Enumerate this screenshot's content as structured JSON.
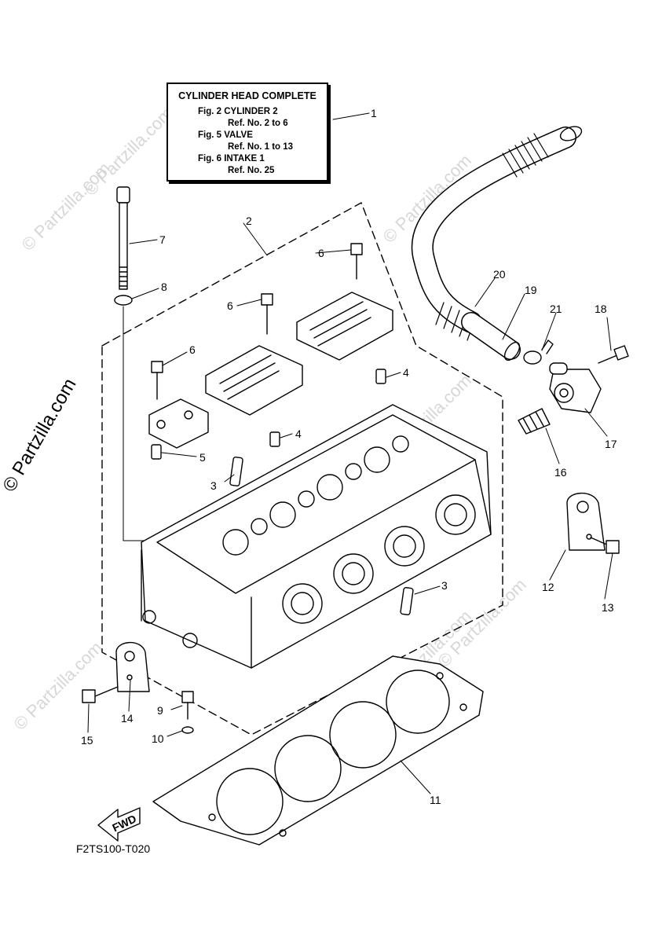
{
  "legend": {
    "title": "CYLINDER HEAD COMPLETE",
    "lines": [
      "Fig.  2 CYLINDER 2",
      "Ref. No. 2 to 6",
      "Fig.  5 VALVE",
      "Ref. No. 1 to 13",
      "Fig.  6 INTAKE 1",
      "Ref. No. 25"
    ]
  },
  "callouts": [
    "1",
    "2",
    "3",
    "3",
    "4",
    "4",
    "5",
    "6",
    "6",
    "6",
    "7",
    "8",
    "9",
    "10",
    "11",
    "12",
    "13",
    "14",
    "15",
    "16",
    "17",
    "18",
    "19",
    "20",
    "21"
  ],
  "fwd_label": "FWD",
  "diagram_code": "F2TS100-T020",
  "watermarks": {
    "main": "© Partzilla.com",
    "small": "© Partzilla.com"
  }
}
